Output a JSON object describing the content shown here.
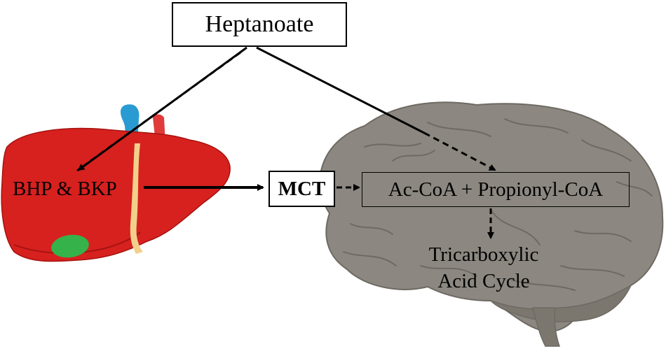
{
  "nodes": {
    "heptanoate": "Heptanoate",
    "liver": "BHP & BKP",
    "mct": "MCT",
    "brain_metabolites": "Ac-CoA + Propionyl-CoA",
    "tca_line1": "Tricarboxylic",
    "tca_line2": "Acid Cycle"
  },
  "colors": {
    "liver": "#d7211f",
    "liver_dark": "#a5130f",
    "gallbladder": "#36b24a",
    "vein_blue": "#2a9bd2",
    "artery_red": "#e03a3a",
    "bile_duct": "#f2d08c",
    "brain": "#8c8881",
    "brain_fold": "#6e6a63",
    "arrow": "#000000"
  },
  "icons": [
    "liver-illustration",
    "brain-illustration"
  ]
}
